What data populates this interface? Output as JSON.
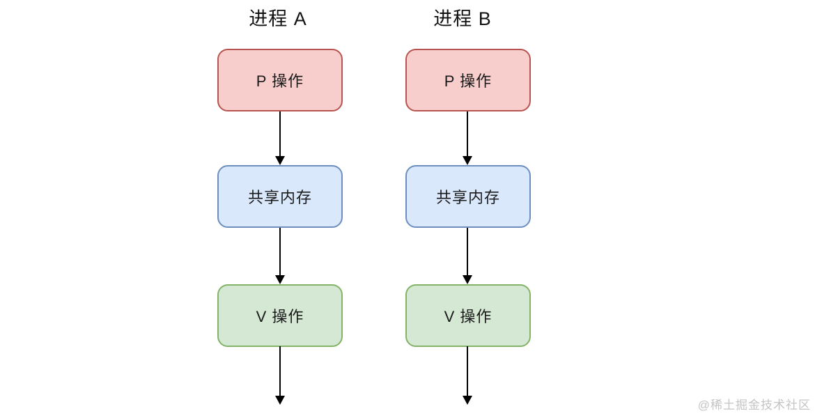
{
  "diagram": {
    "background": "#ffffff",
    "arrow_color": "#000000",
    "text_color": "#1a1a1a",
    "columns": [
      {
        "title": "进程 A",
        "nodes": [
          {
            "label": "P 操作",
            "fill": "#f8cecc",
            "stroke": "#b85450"
          },
          {
            "label": "共享内存",
            "fill": "#dae8fc",
            "stroke": "#6c8ebf"
          },
          {
            "label": "V 操作",
            "fill": "#d5e8d4",
            "stroke": "#82b366"
          }
        ]
      },
      {
        "title": "进程 B",
        "nodes": [
          {
            "label": "P 操作",
            "fill": "#f8cecc",
            "stroke": "#b85450"
          },
          {
            "label": "共享内存",
            "fill": "#dae8fc",
            "stroke": "#6c8ebf"
          },
          {
            "label": "V 操作",
            "fill": "#d5e8d4",
            "stroke": "#82b366"
          }
        ]
      }
    ]
  },
  "watermark": {
    "text": "@稀土掘金技术社区",
    "color": "#c4c4c4"
  }
}
